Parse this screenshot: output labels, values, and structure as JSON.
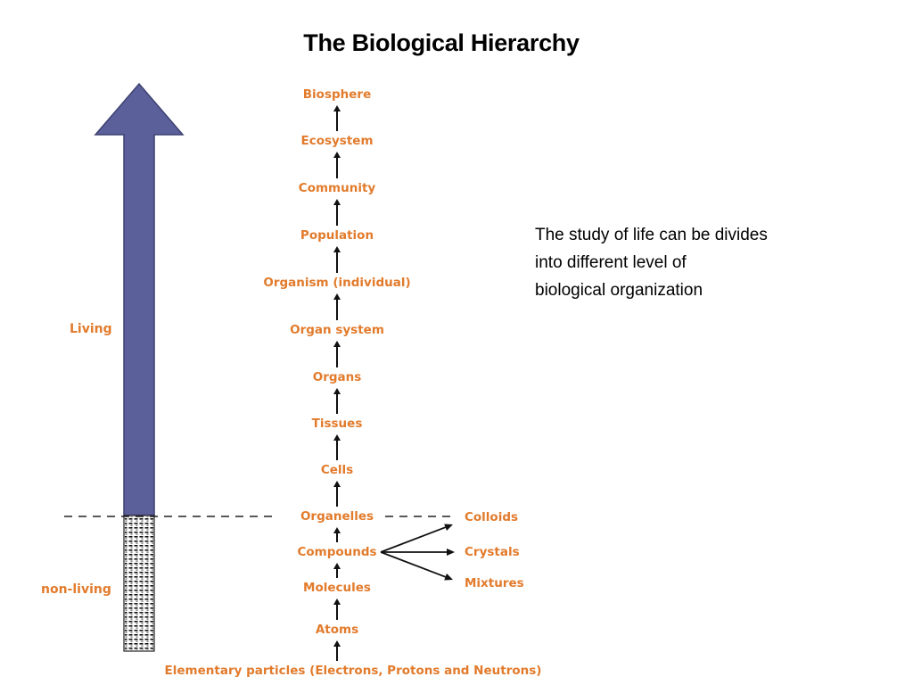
{
  "title": "The Biological Hierarchy",
  "description": {
    "lines": [
      "The study of life can be divides",
      "into different level of",
      "biological organization"
    ]
  },
  "side_labels": {
    "living": "Living",
    "non_living": "non-living"
  },
  "levels": [
    "Biosphere",
    "Ecosystem",
    "Community",
    "Population",
    "Organism (individual)",
    "Organ system",
    "Organs",
    "Tissues",
    "Cells",
    "Organelles",
    "Compounds",
    "Molecules",
    "Atoms",
    "Elementary particles (Electrons, Protons and  Neutrons)"
  ],
  "compound_branches": [
    "Colloids",
    "Crystals",
    "Mixtures"
  ],
  "colors": {
    "label_text": "#e27b2c",
    "arrow_fill": "#5b5f9a",
    "arrow_stroke": "#3c4170",
    "dashed_line": "#222222",
    "connector": "#111111"
  }
}
